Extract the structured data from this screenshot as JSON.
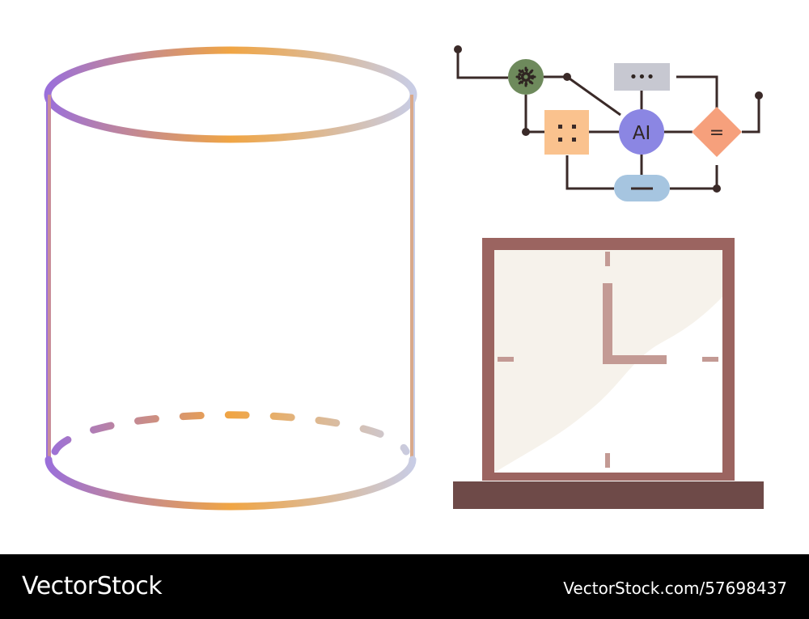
{
  "footer": {
    "brand": "VectorStock",
    "image_ref": "VectorStock.com/57698437"
  },
  "flowchart": {
    "center_node_label": "AI",
    "top_node_label": "•••",
    "right_node_label": "=",
    "bottom_node_label": "—",
    "left_node_label": "∷"
  },
  "icons": {
    "cylinder": "cylinder-outline-icon",
    "flowchart": "ai-flowchart-icon",
    "clock": "square-wall-clock-icon",
    "gear": "gear-icon"
  },
  "colors": {
    "gradient_start": "#9a6fdb",
    "gradient_mid": "#f0a544",
    "gradient_end": "#c8cde6",
    "clock_frame": "#9b6460",
    "clock_base": "#6e4a48",
    "clock_face": "#f6f2eb",
    "clock_hands": "#c39a94",
    "node_gear": "#6e8a5c",
    "node_ai": "#8b86e3",
    "node_top": "#c7c8d1",
    "node_left": "#fac28e",
    "node_right": "#f6a07c",
    "node_bottom": "#a6c5e0",
    "connector": "#3a2a28"
  }
}
